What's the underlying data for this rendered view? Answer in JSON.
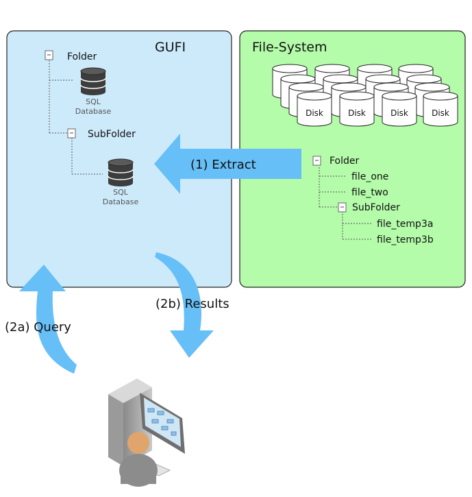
{
  "gufi": {
    "title": "GUFI",
    "tree": {
      "folder_label": "Folder",
      "subfolder_label": "SubFolder",
      "db_label_line1": "SQL",
      "db_label_line2": "Database"
    }
  },
  "filesystem": {
    "title": "File-System",
    "disk_label": "Disk",
    "tree": {
      "folder_label": "Folder",
      "files": [
        "file_one",
        "file_two"
      ],
      "subfolder_label": "SubFolder",
      "subfiles": [
        "file_temp3a",
        "file_temp3b"
      ]
    }
  },
  "arrows": {
    "extract": "(1)  Extract",
    "query": "(2a)  Query",
    "results": "(2b)  Results"
  },
  "colors": {
    "gufi_panel": "#cdeafb",
    "fs_panel": "#b4fbaa",
    "arrow": "#66bff6",
    "db_body": "#3d3d3d"
  },
  "icons": [
    "collapse-box-icon",
    "database-icon",
    "disk-icon",
    "user-computer-icon"
  ]
}
